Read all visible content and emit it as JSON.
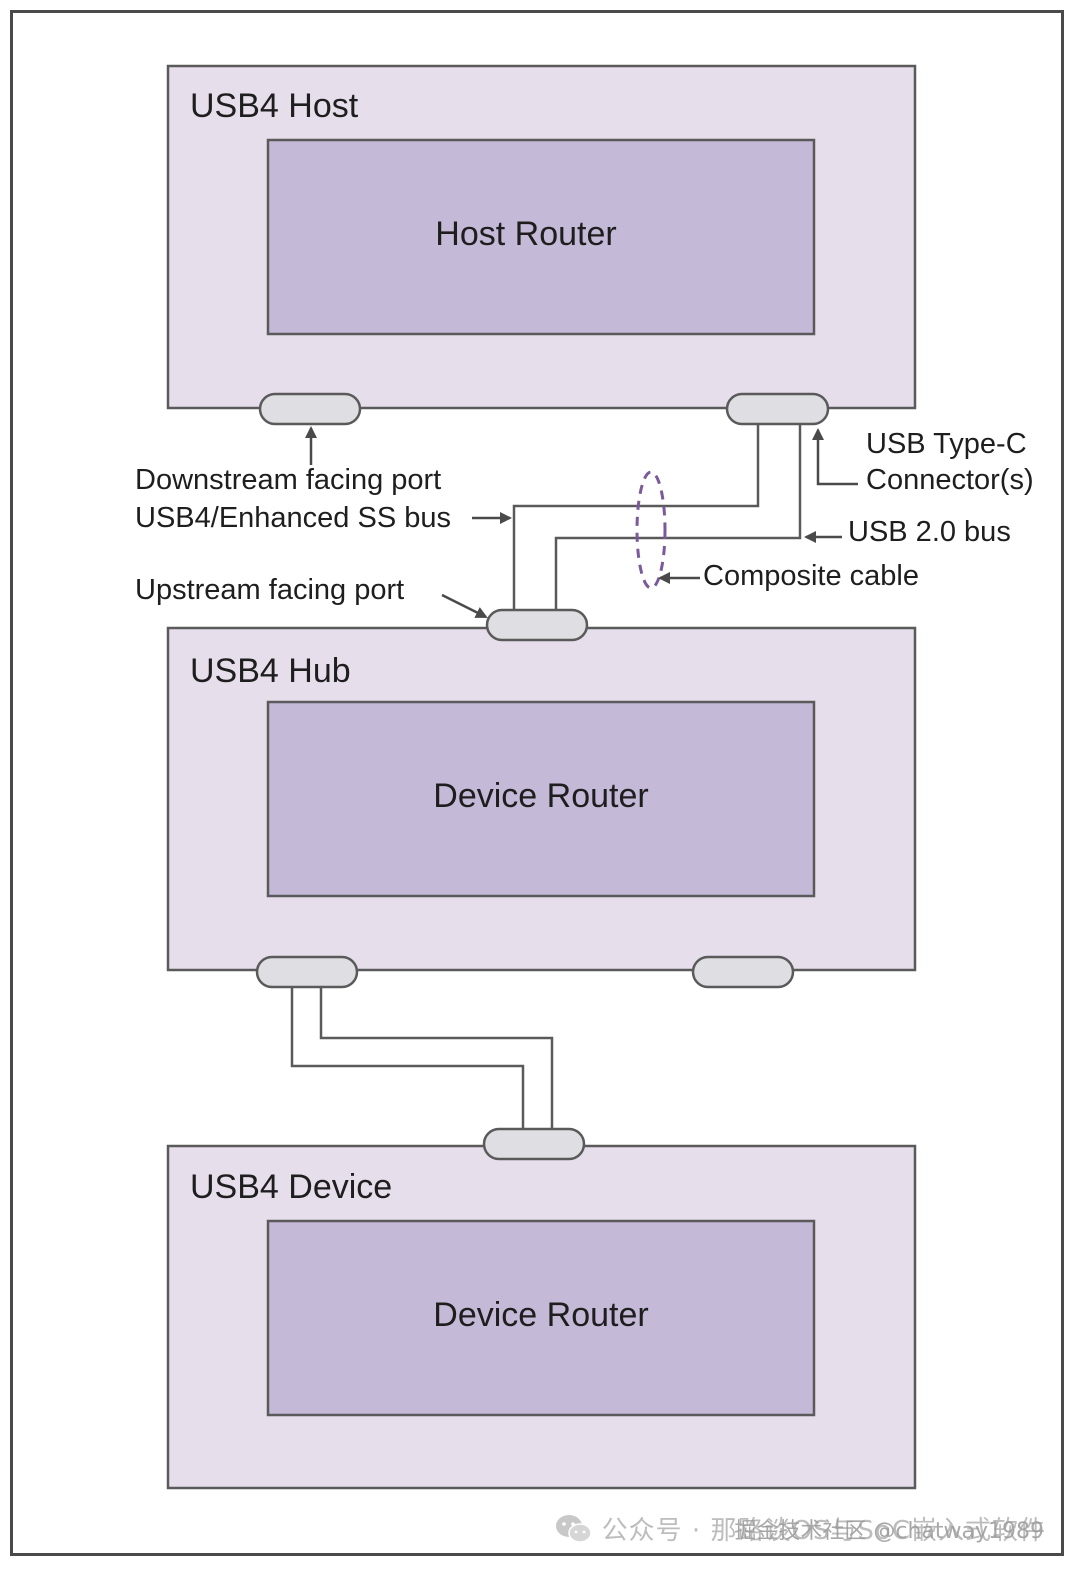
{
  "nodes": {
    "host": {
      "title": "USB4 Host",
      "router": "Host Router"
    },
    "hub": {
      "title": "USB4 Hub",
      "router": "Device Router"
    },
    "device": {
      "title": "USB4 Device",
      "router": "Device Router"
    }
  },
  "labels": {
    "downstream_port": "Downstream facing port",
    "enhanced_ss_bus": "USB4/Enhanced SS bus",
    "upstream_port": "Upstream facing port",
    "type_c_line1": "USB Type-C",
    "type_c_line2": "Connector(s)",
    "usb2_bus": "USB 2.0 bus",
    "composite_cable": "Composite cable"
  },
  "watermark": {
    "text": "公众号 · 那路谈OS与SoC嵌入式软件",
    "overlay": "掘金技术社区 @chatway1989",
    "icon": "wechat-icon"
  },
  "colors": {
    "outer_fill": "#e7deec",
    "inner_fill": "#c5b9d8",
    "port_fill": "#dedee3",
    "stroke": "#5a5a5a",
    "dashed_loop": "#7a5a9a"
  }
}
